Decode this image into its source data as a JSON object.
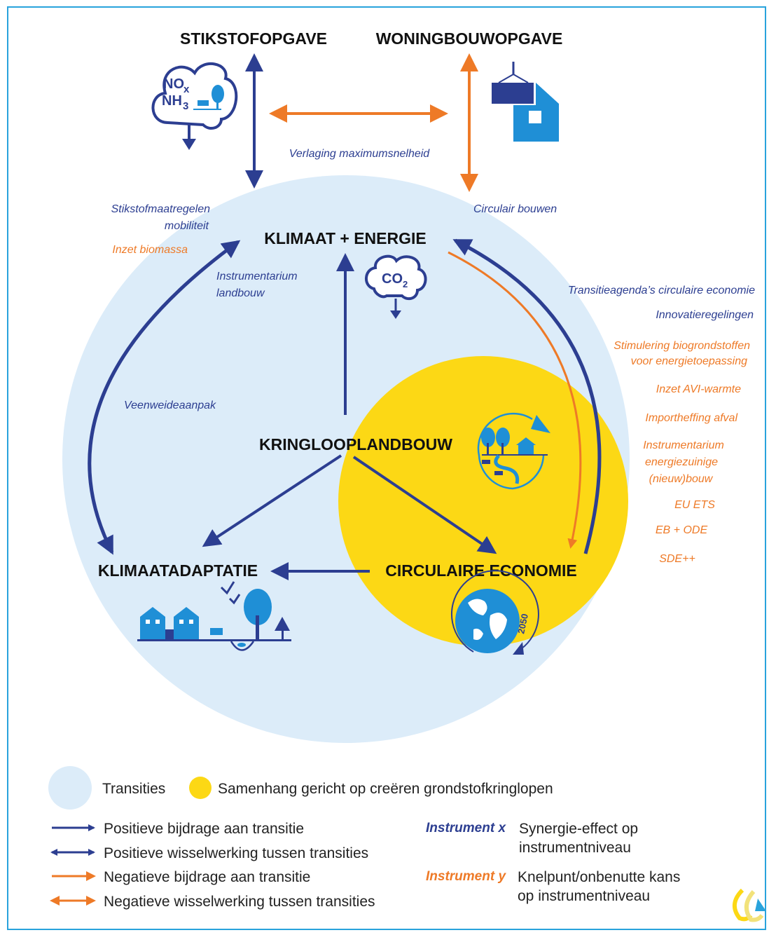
{
  "nodes": {
    "stikstof": "STIKSTOFOPGAVE",
    "woningbouw": "WONINGBOUWOPGAVE",
    "klimaat": "KLIMAAT + ENERGIE",
    "kringloop": "KRINGLOOPLANDBOUW",
    "adaptatie": "KLIMAATADAPTATIE",
    "circulair": "CIRCULAIRE ECONOMIE"
  },
  "icons": {
    "nox": "NO",
    "nox_sub": "x",
    "nh3": "NH",
    "nh3_sub": "3",
    "co2": "CO",
    "co2_sub": "2",
    "year": "2050"
  },
  "labels": {
    "verlaging": "Verlaging maximumsnelheid",
    "stikstof_mob_1": "Stikstofmaatregelen",
    "stikstof_mob_2": "mobiliteit",
    "biomassa": "Inzet biomassa",
    "circ_bouwen": "Circulair bouwen",
    "instr_landbouw_1": "Instrumentarium",
    "instr_landbouw_2": "landbouw",
    "veenweide": "Veenweideaanpak",
    "transitieagenda": "Transitieagenda’s circulaire economie",
    "innovatie": "Innovatieregelingen",
    "bio_1": "Stimulering biogrondstoffen",
    "bio_2": "voor energietoepassing",
    "avi": "Inzet AVI-warmte",
    "import": "Importheffing afval",
    "instr_energie_1": "Instrumentarium",
    "instr_energie_2": "energiezuinige",
    "instr_energie_3": "(nieuw)bouw",
    "eu_ets": "EU ETS",
    "eb_ode": "EB + ODE",
    "sde": "SDE++"
  },
  "legend": {
    "transities": "Transities",
    "samenhang": "Samenhang gericht op creëren grondstofkringlopen",
    "pos_bijdrage": "Positieve bijdrage aan transitie",
    "pos_wissel": "Positieve wisselwerking tussen transities",
    "neg_bijdrage": "Negatieve bijdrage aan transitie",
    "neg_wissel": "Negatieve wisselwerking tussen transities",
    "instr_x": "Instrument x",
    "synergie_1": "Synergie-effect op",
    "synergie_2": "instrumentniveau",
    "instr_y": "Instrument y",
    "knelpunt_1": "Knelpunt/onbenutte kans",
    "knelpunt_2": "op instrumentniveau"
  },
  "colors": {
    "dark_blue": "#2c3e91",
    "orange": "#ee7a27",
    "light_blue": "#dcecf9",
    "yellow": "#fcd815",
    "icon_blue": "#1f8fd6",
    "frame": "#29a3dc"
  }
}
